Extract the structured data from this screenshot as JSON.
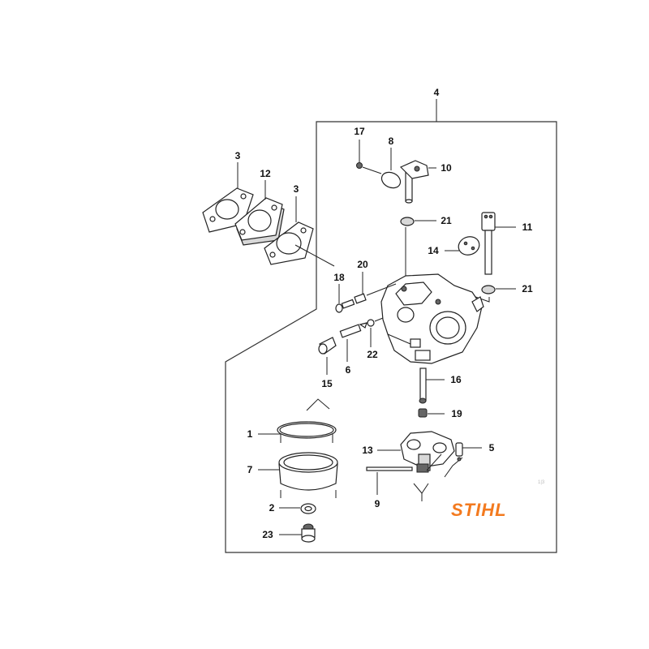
{
  "brand": {
    "logo_text": "STIHL",
    "logo_color": "#f37a1f"
  },
  "corner_mark": "1|3",
  "callouts": {
    "c4": "4",
    "c17": "17",
    "c8": "8",
    "c10": "10",
    "c3a": "3",
    "c12": "12",
    "c3b": "3",
    "c21a": "21",
    "c11": "11",
    "c14": "14",
    "c20": "20",
    "c18": "18",
    "c21b": "21",
    "c22": "22",
    "c15": "15",
    "c6": "6",
    "c16": "16",
    "c19": "19",
    "c1": "1",
    "c13": "13",
    "c5": "5",
    "c7": "7",
    "c9": "9",
    "c2": "2",
    "c23": "23"
  }
}
